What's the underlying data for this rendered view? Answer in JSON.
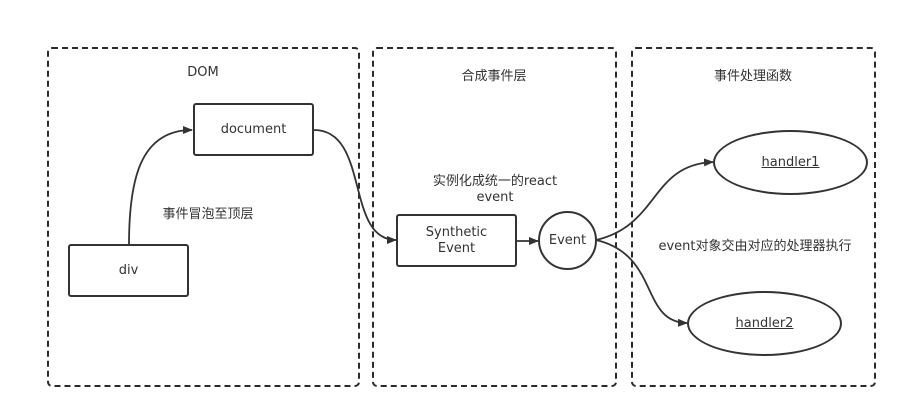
{
  "lanes": {
    "dom": {
      "title": "DOM"
    },
    "synthetic": {
      "title": "合成事件层"
    },
    "handlers": {
      "title": "事件处理函数"
    }
  },
  "nodes": {
    "document": "document",
    "div": "div",
    "synthetic_event_line1": "Synthetic",
    "synthetic_event_line2": "Event",
    "event": "Event",
    "handler1": "handler1",
    "handler2": "handler2"
  },
  "notes": {
    "bubble": "事件冒泡至顶层",
    "instantiate_line1": "实例化成统一的react",
    "instantiate_line2": "event",
    "dispatch": "event对象交由对应的处理器执行"
  }
}
